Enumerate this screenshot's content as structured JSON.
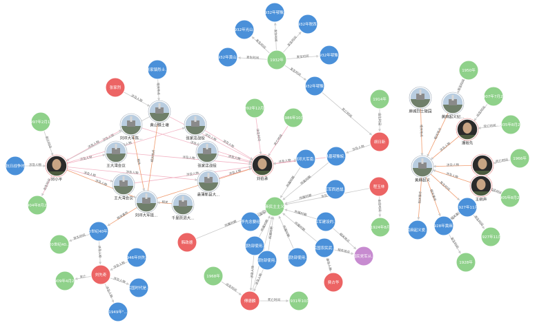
{
  "colors": {
    "event": "#4a90d9",
    "time": "#8fd18a",
    "person": "#ec6464",
    "place": "#c78bd0",
    "edge": "#c9c9c9",
    "edge_pink": "#f2b3c3",
    "edge_orange": "#f09a6c",
    "photo_sky": "#b9cde0",
    "photo_ground": "#6f7f6a",
    "portrait_bg": "#2b2b2b",
    "portrait_face": "#c8a484",
    "ring": "#e27a7a"
  },
  "nodes": [
    {
      "id": "n1",
      "label": "1932年",
      "type": "time"
    },
    {
      "id": "n2",
      "label": "1932年鄂豫...",
      "type": "event"
    },
    {
      "id": "n3",
      "label": "1932年光山...",
      "type": "event"
    },
    {
      "id": "n4",
      "label": "1932年税西...",
      "type": "event"
    },
    {
      "id": "n5",
      "label": "1932年黄山...",
      "type": "event"
    },
    {
      "id": "n6",
      "label": "1932年鄂豫...",
      "type": "event"
    },
    {
      "id": "n7",
      "label": "1932年鄂豫...",
      "type": "event"
    },
    {
      "id": "n8",
      "label": "张家镇烈士...",
      "type": "event"
    },
    {
      "id": "n9",
      "label": "张家烈",
      "type": "person"
    },
    {
      "id": "n10",
      "label": "黄山镇土塘",
      "type": "photo"
    },
    {
      "id": "n11",
      "label": "1997年2月1...",
      "type": "time"
    },
    {
      "id": "n12",
      "label": "抗日战争时",
      "type": "event"
    },
    {
      "id": "n13",
      "label": "邓小平",
      "type": "portrait"
    },
    {
      "id": "n14",
      "label": "1904年8月2...",
      "type": "time"
    },
    {
      "id": "n15",
      "label": "刘邓大军陈...",
      "type": "photo"
    },
    {
      "id": "n16",
      "label": "王大湾会议",
      "type": "photo"
    },
    {
      "id": "n17",
      "label": "王大湾会议",
      "type": "photo"
    },
    {
      "id": "n18",
      "label": "张家店战役",
      "type": "photo"
    },
    {
      "id": "n19",
      "label": "张家店战役",
      "type": "photo"
    },
    {
      "id": "n20",
      "label": "悬薄新县大...",
      "type": "photo"
    },
    {
      "id": "n21",
      "label": "千里跃进大...",
      "type": "photo"
    },
    {
      "id": "n22",
      "label": "刘邓大军挺...",
      "type": "photo"
    },
    {
      "id": "n23",
      "label": "1892年12月...",
      "type": "time"
    },
    {
      "id": "n24",
      "label": "1986年10月",
      "type": "time"
    },
    {
      "id": "n25",
      "label": "刘伯承",
      "type": "portrait"
    },
    {
      "id": "n26",
      "label": "刘邓大军南...",
      "type": "event"
    },
    {
      "id": "n27",
      "label": "悬墓鄂豫皖...",
      "type": "event"
    },
    {
      "id": "n28",
      "label": "1914年",
      "type": "time"
    },
    {
      "id": "n29",
      "label": "胡日新",
      "type": "person"
    },
    {
      "id": "n30",
      "label": "红军西进战...",
      "type": "event"
    },
    {
      "id": "n31",
      "label": "程玉林",
      "type": "person"
    },
    {
      "id": "n32",
      "label": "1924年8月",
      "type": "time"
    },
    {
      "id": "n33",
      "label": "新民主主义",
      "type": "time"
    },
    {
      "id": "n34",
      "label": "李先念要经",
      "type": "event"
    },
    {
      "id": "n35",
      "label": "红军建设的...",
      "type": "event"
    },
    {
      "id": "n36",
      "label": "民国农民武...",
      "type": "event"
    },
    {
      "id": "n37",
      "label": "国民党军从...",
      "type": "place"
    },
    {
      "id": "n38",
      "label": "20世纪40年...",
      "type": "event"
    },
    {
      "id": "n39",
      "label": "20世纪40...",
      "type": "time"
    },
    {
      "id": "n40",
      "label": "1946年刘先...",
      "type": "event"
    },
    {
      "id": "n41",
      "label": "刘先奇",
      "type": "person"
    },
    {
      "id": "n42",
      "label": "1909年4月2...",
      "type": "time"
    },
    {
      "id": "n43",
      "label": "民国时代是...",
      "type": "event"
    },
    {
      "id": "n44",
      "label": "1949年\"...",
      "type": "event"
    },
    {
      "id": "n45",
      "label": "韩政德",
      "type": "person"
    },
    {
      "id": "n46",
      "label": "国防部使用...",
      "type": "event"
    },
    {
      "id": "n47",
      "label": "国防部使用...",
      "type": "event"
    },
    {
      "id": "n48",
      "label": "国防部使用...",
      "type": "event"
    },
    {
      "id": "n49",
      "label": "1968年",
      "type": "time"
    },
    {
      "id": "n50",
      "label": "傅德麟",
      "type": "person"
    },
    {
      "id": "n51",
      "label": "1931年10月",
      "type": "time"
    },
    {
      "id": "n52",
      "label": "费占华",
      "type": "person"
    },
    {
      "id": "n53",
      "label": "麻城烈士陵园",
      "type": "photo"
    },
    {
      "id": "n54",
      "label": "黄麻起义纪...",
      "type": "photo"
    },
    {
      "id": "n55",
      "label": "潘裕先",
      "type": "portrait"
    },
    {
      "id": "n56",
      "label": "徐恒沈",
      "type": "portrait"
    },
    {
      "id": "n57",
      "label": "王树声",
      "type": "portrait"
    },
    {
      "id": "n58",
      "label": "黄麻起义",
      "type": "photo"
    },
    {
      "id": "n59",
      "label": "1950年",
      "type": "time"
    },
    {
      "id": "n60",
      "label": "1907年7月2...",
      "type": "time"
    },
    {
      "id": "n61",
      "label": "1935年8月2...",
      "type": "time"
    },
    {
      "id": "n62",
      "label": "1966年",
      "type": "time"
    },
    {
      "id": "n63",
      "label": "1905年8月2...",
      "type": "time"
    },
    {
      "id": "n64",
      "label": "1927年11月",
      "type": "event"
    },
    {
      "id": "n65",
      "label": "1927年11月",
      "type": "time"
    },
    {
      "id": "n66",
      "label": "1928年黄麻...",
      "type": "event"
    },
    {
      "id": "n67",
      "label": "黄麻起义爱...",
      "type": "event"
    },
    {
      "id": "n68",
      "label": "1928年",
      "type": "time"
    }
  ],
  "edges": [
    {
      "s": "n1",
      "t": "n2",
      "label": "发生时间"
    },
    {
      "s": "n1",
      "t": "n3",
      "label": "发生时间"
    },
    {
      "s": "n1",
      "t": "n4",
      "label": "发生时间"
    },
    {
      "s": "n1",
      "t": "n5",
      "label": "发生时间"
    },
    {
      "s": "n1",
      "t": "n6",
      "label": "发生时间"
    },
    {
      "s": "n1",
      "t": "n7",
      "label": "发生时间"
    },
    {
      "s": "n7",
      "t": "n29",
      "label": "死亡时间"
    },
    {
      "s": "n8",
      "t": "n10",
      "label": "相关地点"
    },
    {
      "s": "n9",
      "t": "n10",
      "label": "涉及人物"
    },
    {
      "s": "n10",
      "t": "n13",
      "label": "涉及人物"
    },
    {
      "s": "n10",
      "t": "n25",
      "label": "涉及人物"
    },
    {
      "s": "n11",
      "t": "n13",
      "label": "死亡时间"
    },
    {
      "s": "n12",
      "t": "n13",
      "label": "涉及人物"
    },
    {
      "s": "n13",
      "t": "n14",
      "label": "出生时间"
    },
    {
      "s": "n13",
      "t": "n15",
      "label": "涉及人物"
    },
    {
      "s": "n13",
      "t": "n16",
      "label": "涉及人物"
    },
    {
      "s": "n13",
      "t": "n17",
      "label": "涉及人物"
    },
    {
      "s": "n13",
      "t": "n22",
      "label": "涉及人物"
    },
    {
      "s": "n13",
      "t": "n18",
      "label": "涉及人物"
    },
    {
      "s": "n13",
      "t": "n20",
      "label": "涉及人物"
    },
    {
      "s": "n15",
      "t": "n25",
      "label": "涉及人物"
    },
    {
      "s": "n16",
      "t": "n25",
      "label": "涉及人物"
    },
    {
      "s": "n17",
      "t": "n25",
      "label": "涉及人物"
    },
    {
      "s": "n18",
      "t": "n25",
      "label": "涉及人物"
    },
    {
      "s": "n19",
      "t": "n25",
      "label": "涉及人物"
    },
    {
      "s": "n20",
      "t": "n25",
      "label": "涉及人物"
    },
    {
      "s": "n21",
      "t": "n22",
      "label": "相关"
    },
    {
      "s": "n22",
      "t": "n25",
      "label": "涉及人物"
    },
    {
      "s": "n22",
      "t": "n10",
      "label": "相关地点"
    },
    {
      "s": "n15",
      "t": "n22",
      "label": "相关"
    },
    {
      "s": "n23",
      "t": "n25",
      "label": "出生时间"
    },
    {
      "s": "n24",
      "t": "n25",
      "label": "死亡时间"
    },
    {
      "s": "n26",
      "t": "n25",
      "label": "涉及人物"
    },
    {
      "s": "n27",
      "t": "n25",
      "label": "涉及人物"
    },
    {
      "s": "n28",
      "t": "n29",
      "label": "出生时间"
    },
    {
      "s": "n29",
      "t": "n27",
      "label": "涉及人物"
    },
    {
      "s": "n26",
      "t": "n33",
      "label": "所属时期"
    },
    {
      "s": "n27",
      "t": "n33",
      "label": "所属时期"
    },
    {
      "s": "n30",
      "t": "n33",
      "label": "所属时期"
    },
    {
      "s": "n31",
      "t": "n32",
      "label": "出生时间"
    },
    {
      "s": "n31",
      "t": "n33",
      "label": "涉及人物"
    },
    {
      "s": "n34",
      "t": "n33",
      "label": "所属时期"
    },
    {
      "s": "n35",
      "t": "n33",
      "label": "所属时期"
    },
    {
      "s": "n36",
      "t": "n33",
      "label": "所属时期"
    },
    {
      "s": "n35",
      "t": "n37",
      "label": "相关地点"
    },
    {
      "s": "n36",
      "t": "n37",
      "label": "相关地点"
    },
    {
      "s": "n46",
      "t": "n33",
      "label": "所属时期"
    },
    {
      "s": "n47",
      "t": "n33",
      "label": "所属时期"
    },
    {
      "s": "n48",
      "t": "n33",
      "label": "所属时期"
    },
    {
      "s": "n45",
      "t": "n33",
      "label": "所属时期"
    },
    {
      "s": "n50",
      "t": "n33",
      "label": "涉及人物"
    },
    {
      "s": "n46",
      "t": "n50",
      "label": "涉及人物"
    },
    {
      "s": "n47",
      "t": "n50",
      "label": "涉及人物"
    },
    {
      "s": "n49",
      "t": "n50",
      "label": "出生时间"
    },
    {
      "s": "n50",
      "t": "n51",
      "label": "死亡时间"
    },
    {
      "s": "n52",
      "t": "n36",
      "label": "涉及人物"
    },
    {
      "s": "n22",
      "t": "n38",
      "label": "相关事件"
    },
    {
      "s": "n38",
      "t": "n39",
      "label": "发生时间"
    },
    {
      "s": "n38",
      "t": "n41",
      "label": "涉及人物"
    },
    {
      "s": "n40",
      "t": "n41",
      "label": "涉及人物"
    },
    {
      "s": "n41",
      "t": "n42",
      "label": "死亡"
    },
    {
      "s": "n41",
      "t": "n43",
      "label": "涉及人物"
    },
    {
      "s": "n41",
      "t": "n44",
      "label": "涉及人物"
    },
    {
      "s": "n53",
      "t": "n58",
      "label": "相关地点"
    },
    {
      "s": "n54",
      "t": "n58",
      "label": "相关地点"
    },
    {
      "s": "n55",
      "t": "n58",
      "label": "涉及人物"
    },
    {
      "s": "n56",
      "t": "n58",
      "label": "涉及人物"
    },
    {
      "s": "n57",
      "t": "n58",
      "label": "涉及人物"
    },
    {
      "s": "n59",
      "t": "n54",
      "label": "发生时间"
    },
    {
      "s": "n60",
      "t": "n55",
      "label": "出生时间"
    },
    {
      "s": "n61",
      "t": "n55",
      "label": "死亡时间"
    },
    {
      "s": "n62",
      "t": "n56",
      "label": "死亡时间"
    },
    {
      "s": "n63",
      "t": "n57",
      "label": "出生时间"
    },
    {
      "s": "n58",
      "t": "n64",
      "label": "发生时间"
    },
    {
      "s": "n58",
      "t": "n66",
      "label": "相关事件"
    },
    {
      "s": "n58",
      "t": "n67",
      "label": "相关事件"
    },
    {
      "s": "n64",
      "t": "n65",
      "label": "发生时间"
    },
    {
      "s": "n66",
      "t": "n68",
      "label": "发生时间"
    },
    {
      "s": "n64",
      "t": "n66",
      "label": "相关事件"
    }
  ]
}
